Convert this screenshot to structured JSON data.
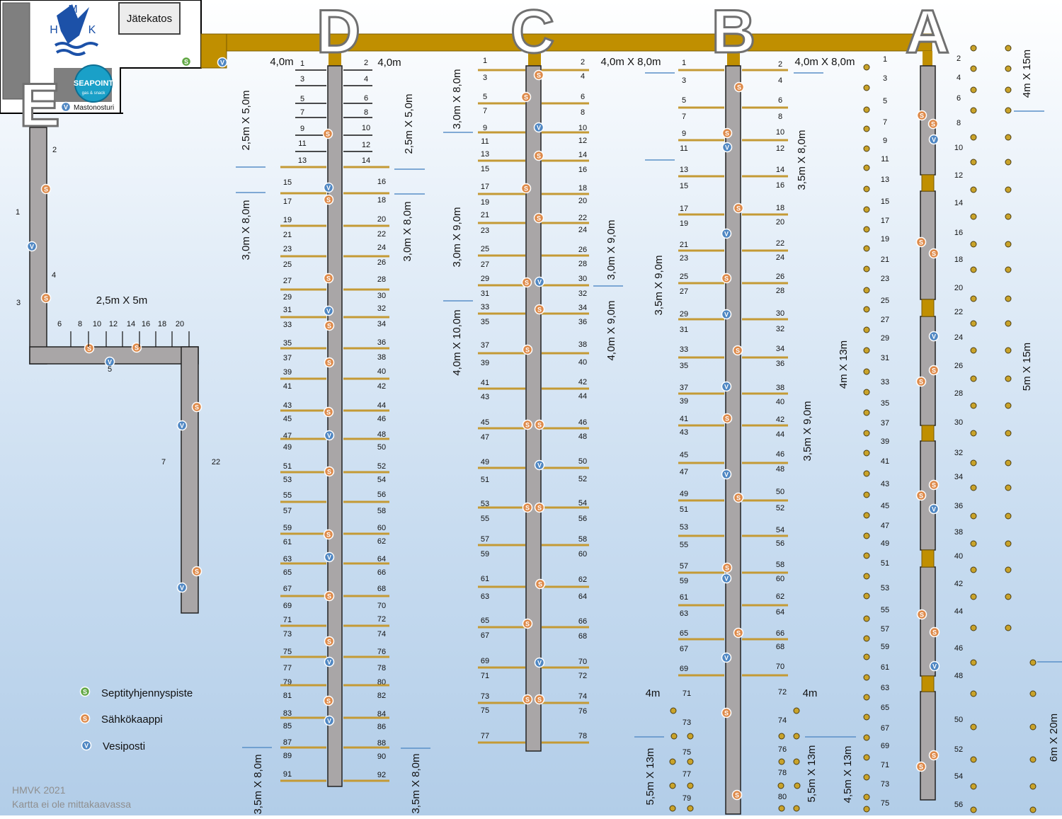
{
  "colors": {
    "dock": "#a9a6a7",
    "gangway": "#c08f00",
    "slip": "#c49a35",
    "septic": "#62a845",
    "electric": "#de8a4a",
    "water": "#4f87c3",
    "buoy": "#c9a32a",
    "ruler": "#5a90c8"
  },
  "header": {
    "logo_letters": {
      "m": "M",
      "h": "H",
      "k": "K"
    },
    "waste_label": "Jätekatos",
    "seapoint_name": "SEAPOINT",
    "seapoint_sub": "gas & snack",
    "crane_label": "Mastonosturi"
  },
  "legend": {
    "septic": "Septityhjennyspiste",
    "electric": "Sähkökaappi",
    "water": "Vesiposti",
    "septic_letter": "S",
    "electric_letter": "S",
    "water_letter": "V"
  },
  "footer": {
    "year": "HMVK 2021",
    "note": "Kartta ei ole mittakaavassa"
  },
  "piers": {
    "E": {
      "letter": "E",
      "numbers": [
        "1",
        "2",
        "3",
        "4",
        "5",
        "6",
        "8",
        "10",
        "12",
        "14",
        "16",
        "18",
        "20",
        "7",
        "22"
      ],
      "size": "2,5m X 5m"
    },
    "D": {
      "letter": "D",
      "top_left": "4,0m",
      "top_right": "4,0m",
      "left_numbers": [
        "1",
        "3",
        "5",
        "7",
        "9",
        "11",
        "13",
        "15",
        "17",
        "19",
        "21",
        "23",
        "25",
        "27",
        "29",
        "31",
        "33",
        "35",
        "37",
        "39",
        "41",
        "43",
        "45",
        "47",
        "49",
        "51",
        "53",
        "55",
        "57",
        "59",
        "61",
        "63",
        "65",
        "67",
        "69",
        "71",
        "73",
        "75",
        "77",
        "79",
        "81",
        "83",
        "85",
        "87",
        "89",
        "91"
      ],
      "right_numbers": [
        "2",
        "4",
        "6",
        "8",
        "10",
        "12",
        "14",
        "16",
        "18",
        "20",
        "22",
        "24",
        "26",
        "28",
        "30",
        "32",
        "34",
        "36",
        "38",
        "40",
        "42",
        "44",
        "46",
        "48",
        "50",
        "52",
        "54",
        "56",
        "58",
        "60",
        "62",
        "64",
        "66",
        "68",
        "70",
        "72",
        "74",
        "76",
        "78",
        "80",
        "82",
        "84",
        "86",
        "88",
        "90",
        "92"
      ],
      "sizes": [
        "2,5m X 5,0m",
        "2,5m X 5,0m",
        "3,0m X 8,0m",
        "3,0m X 8,0m",
        "3,5m X 8,0m",
        "3,5m X 8,0m"
      ]
    },
    "C": {
      "letter": "C",
      "top_size": "4,0m X 8,0m",
      "left_numbers": [
        "1",
        "3",
        "5",
        "7",
        "9",
        "11",
        "13",
        "15",
        "17",
        "19",
        "21",
        "23",
        "25",
        "27",
        "29",
        "31",
        "33",
        "35",
        "37",
        "39",
        "41",
        "43",
        "45",
        "47",
        "49",
        "51",
        "53",
        "55",
        "57",
        "59",
        "61",
        "63",
        "65",
        "67",
        "69",
        "71",
        "73",
        "75",
        "77"
      ],
      "right_numbers": [
        "2",
        "4",
        "6",
        "8",
        "10",
        "12",
        "14",
        "16",
        "18",
        "20",
        "22",
        "24",
        "26",
        "28",
        "30",
        "32",
        "34",
        "36",
        "38",
        "40",
        "42",
        "44",
        "46",
        "48",
        "50",
        "52",
        "54",
        "56",
        "58",
        "60",
        "62",
        "64",
        "66",
        "68",
        "70",
        "72",
        "74",
        "76",
        "78"
      ],
      "sizes": [
        "3,0m X 8,0m",
        "3,0m X 9,0m",
        "3,0m X 9,0m",
        "4,0m X 10,0m",
        "4,0m X 9,0m"
      ]
    },
    "B": {
      "letter": "B",
      "top_size": "4,0m X 8,0m",
      "left_numbers": [
        "1",
        "3",
        "5",
        "7",
        "9",
        "11",
        "13",
        "15",
        "17",
        "19",
        "21",
        "23",
        "25",
        "27",
        "29",
        "31",
        "33",
        "35",
        "37",
        "39",
        "41",
        "43",
        "45",
        "47",
        "49",
        "51",
        "53",
        "55",
        "57",
        "59",
        "61",
        "63",
        "65",
        "67",
        "69",
        "71",
        "73",
        "75",
        "77",
        "79"
      ],
      "right_numbers": [
        "2",
        "4",
        "6",
        "8",
        "10",
        "12",
        "14",
        "16",
        "18",
        "20",
        "22",
        "24",
        "26",
        "28",
        "30",
        "32",
        "34",
        "36",
        "38",
        "40",
        "42",
        "44",
        "46",
        "48",
        "50",
        "52",
        "54",
        "56",
        "58",
        "60",
        "62",
        "64",
        "66",
        "68",
        "70",
        "72",
        "74",
        "76",
        "78",
        "80"
      ],
      "sizes": [
        "3,5m X 8,0m",
        "3,5m X 9,0m",
        "3,5m X 9,0m",
        "4m",
        "4m",
        "5,5m X 13m",
        "5,5m X 13m",
        "4,5m X 13m"
      ]
    },
    "A": {
      "letter": "A",
      "left_numbers": [
        "1",
        "3",
        "5",
        "7",
        "9",
        "11",
        "13",
        "15",
        "17",
        "19",
        "21",
        "23",
        "25",
        "27",
        "29",
        "31",
        "33",
        "35",
        "37",
        "39",
        "41",
        "43",
        "45",
        "47",
        "49",
        "51",
        "53",
        "55",
        "57",
        "59",
        "61",
        "63",
        "65",
        "67",
        "69",
        "71",
        "73",
        "75"
      ],
      "right_numbers": [
        "2",
        "4",
        "6",
        "8",
        "10",
        "12",
        "14",
        "16",
        "18",
        "20",
        "22",
        "24",
        "26",
        "28",
        "30",
        "32",
        "34",
        "36",
        "38",
        "40",
        "42",
        "44",
        "46",
        "48",
        "50",
        "52",
        "54",
        "56"
      ],
      "sizes": [
        "4m X 13m",
        "4m X 15m",
        "5m X 15m",
        "6m X 20m"
      ]
    }
  }
}
